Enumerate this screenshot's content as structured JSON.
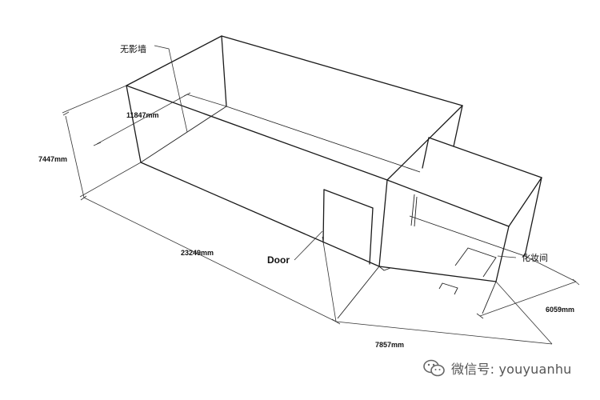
{
  "labels": {
    "infinity_wall": "无影墙",
    "width_dim": "11847mm",
    "height_dim": "7447mm",
    "length_dim": "23249mm",
    "door": "Door",
    "dressing_room": "化妆间",
    "dressing_width_dim": "6059mm",
    "dressing_length_dim": "7857mm"
  },
  "watermark": {
    "text": "微信号: youyuanhu",
    "icon": "wechat-icon"
  },
  "colors": {
    "line": "#1a1a1a",
    "background": "#ffffff",
    "watermark": "#555555"
  }
}
